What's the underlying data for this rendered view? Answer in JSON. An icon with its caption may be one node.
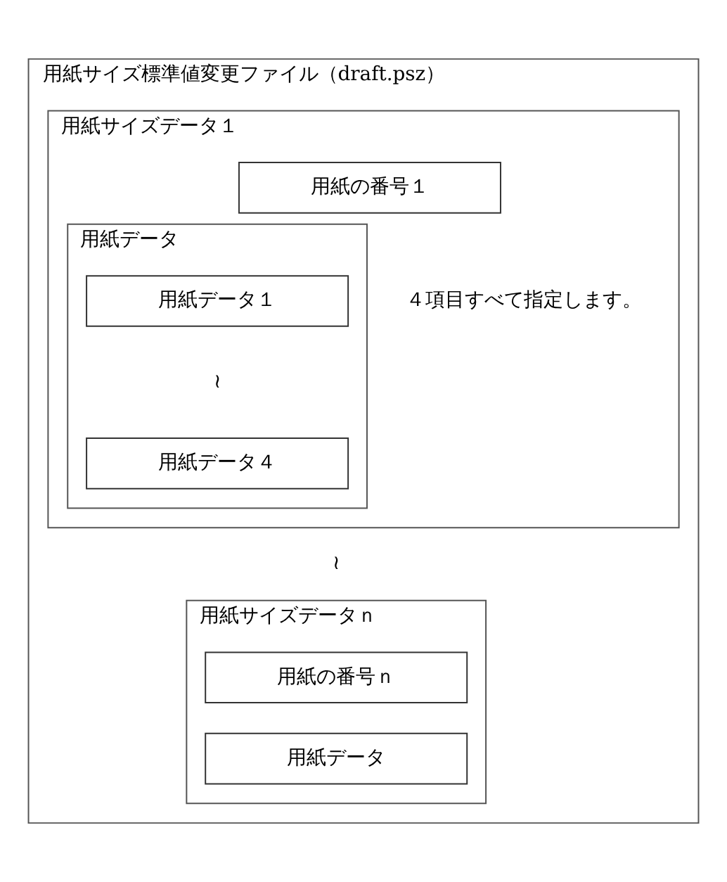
{
  "diagram": {
    "nodes": [
      {
        "text": [
          "用紙サイズ標準値変更ファイル（draft.psz）"
        ]
      },
      {
        "text": [
          "用紙サイズデータ１"
        ],
        "in": 0
      },
      {
        "text": [
          "用紙の番号１"
        ],
        "in": 1
      },
      {
        "text": [
          "用紙データ"
        ],
        "in": 1
      },
      {
        "text": [
          "用紙データ１"
        ],
        "in": 3
      },
      {
        "text": [
          "用紙データ４"
        ],
        "in": 3
      },
      {
        "text": [
          "用紙サイズデータｎ"
        ],
        "in": 0
      },
      {
        "text": [
          "用紙の番号ｎ"
        ],
        "in": 6
      },
      {
        "text": [
          "用紙データ"
        ],
        "in": 6
      }
    ],
    "edges": [],
    "labels": [
      "４項目すべて指定します。",
      "≀",
      "≀"
    ]
  }
}
